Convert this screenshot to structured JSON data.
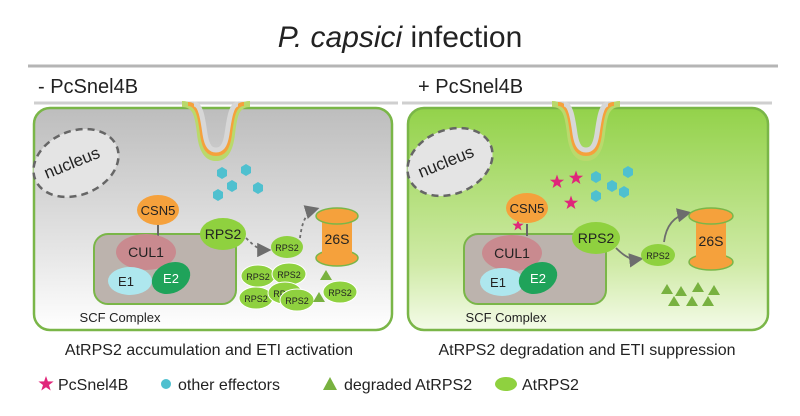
{
  "title": {
    "italic": "P. capsici",
    "rest": " infection"
  },
  "colors": {
    "cell_grey": "#c8c8c8",
    "cell_green": "#9fd65a",
    "cell_border": "#7ab648",
    "nucleus": "#e4e4e4",
    "csn5": "#f5a13c",
    "cul1": "#c98a8f",
    "e1": "#aee7ee",
    "e2": "#1fa35a",
    "scf_box": "#bcb3ad",
    "rps2": "#8fd13f",
    "proteasome": "#f5a13c",
    "effector": "#4fc0cf",
    "pcsnel4b": "#e0267a",
    "degraded": "#78b140",
    "haustorium_orange": "#f5a13c",
    "haustorium_green": "#b9d96c"
  },
  "panels": [
    {
      "id": "left",
      "heading": "- PcSnel4B",
      "nucleus": "nucleus",
      "csn5": "CSN5",
      "cul1": "CUL1",
      "e1": "E1",
      "e2": "E2",
      "scf": "SCF Complex",
      "rps2_main": "RPS2",
      "rps2_small": "RPS2",
      "proteasome": "26S",
      "cluster": [
        "RPS2",
        "RPS2",
        "RPS2",
        "RPS2",
        "RPS2",
        "RPS2"
      ],
      "caption": "AtRPS2 accumulation and ETI activation"
    },
    {
      "id": "right",
      "heading": "+ PcSnel4B",
      "nucleus": "nucleus",
      "csn5": "CSN5",
      "cul1": "CUL1",
      "e1": "E1",
      "e2": "E2",
      "scf": "SCF Complex",
      "rps2_main": "RPS2",
      "rps2_small": "RPS2",
      "proteasome": "26S",
      "caption": "AtRPS2 degradation and ETI suppression"
    }
  ],
  "legend": [
    {
      "icon": "star-icon",
      "label": "PcSnel4B"
    },
    {
      "icon": "dot-icon",
      "label": "other effectors"
    },
    {
      "icon": "triangle-icon",
      "label": "degraded AtRPS2"
    },
    {
      "icon": "ellipse-icon",
      "label": "AtRPS2"
    }
  ]
}
